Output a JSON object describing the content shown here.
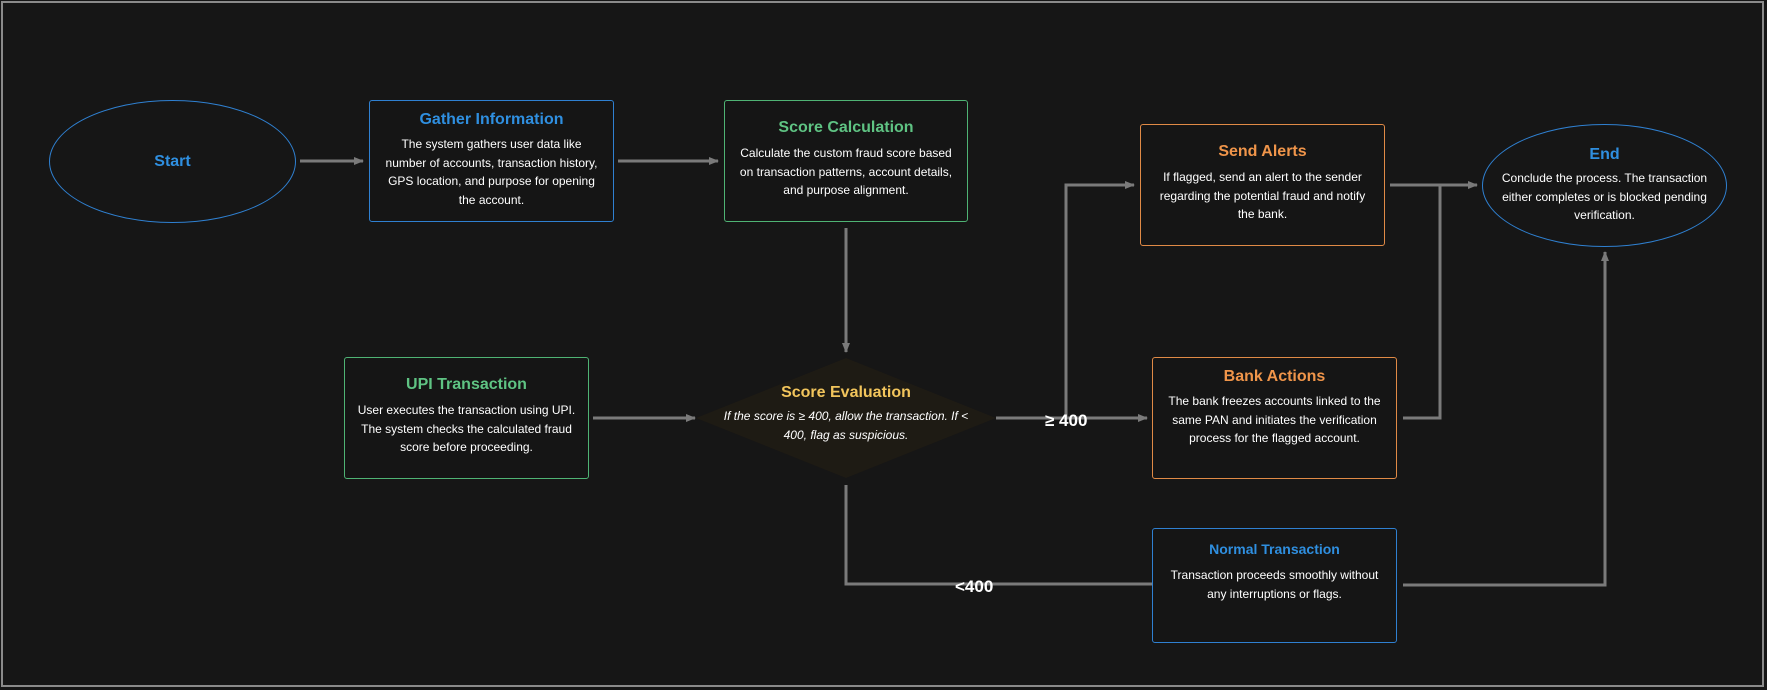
{
  "colors": {
    "background": "#161616",
    "arrow": "#7a7a7a",
    "blue": "#2f8fe0",
    "green": "#5fc383",
    "orange": "#f0954a",
    "yellow": "#f2c55c",
    "text": "#ffffff"
  },
  "nodes": {
    "start": {
      "title": "Start"
    },
    "gather": {
      "title": "Gather Information",
      "desc": "The system gathers user data like number of accounts, transaction history, GPS location, and purpose for opening the account."
    },
    "score_calc": {
      "title": "Score Calculation",
      "desc": "Calculate the custom fraud score based on transaction patterns, account details, and purpose alignment."
    },
    "upi": {
      "title": "UPI Transaction",
      "desc": "User executes the transaction using UPI. The system checks the calculated fraud score before proceeding."
    },
    "score_eval": {
      "title": "Score Evaluation",
      "desc": "If the score is ≥ 400, allow the transaction. If < 400, flag as suspicious."
    },
    "send_alerts": {
      "title": "Send Alerts",
      "desc": "If flagged, send an alert to the sender regarding the potential fraud and notify the bank."
    },
    "bank_actions": {
      "title": "Bank Actions",
      "desc": "The bank freezes accounts linked to the same PAN and initiates the verification process for the flagged account."
    },
    "normal": {
      "title": "Normal Transaction",
      "desc": "Transaction proceeds smoothly without any interruptions or flags."
    },
    "end": {
      "title": "End",
      "desc": "Conclude the process. The transaction either completes or is blocked pending verification."
    }
  },
  "edge_labels": {
    "ge400": "≥ 400",
    "lt400": "<400"
  }
}
